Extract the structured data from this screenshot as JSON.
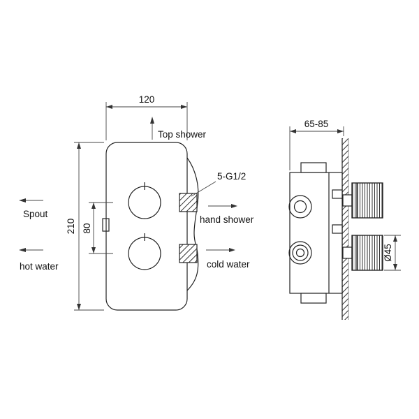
{
  "drawing": {
    "front_view": {
      "dim_width": "120",
      "dim_height": "210",
      "dim_knob_spacing": "80",
      "label_top_shower": "Top shower",
      "label_spout": "Spout",
      "label_hot_water": "hot water",
      "label_hand_shower": "hand shower",
      "label_cold_water": "cold water",
      "label_thread": "5-G1/2"
    },
    "side_view": {
      "dim_depth": "65-85",
      "dim_knob_diameter": "Ø45"
    }
  }
}
